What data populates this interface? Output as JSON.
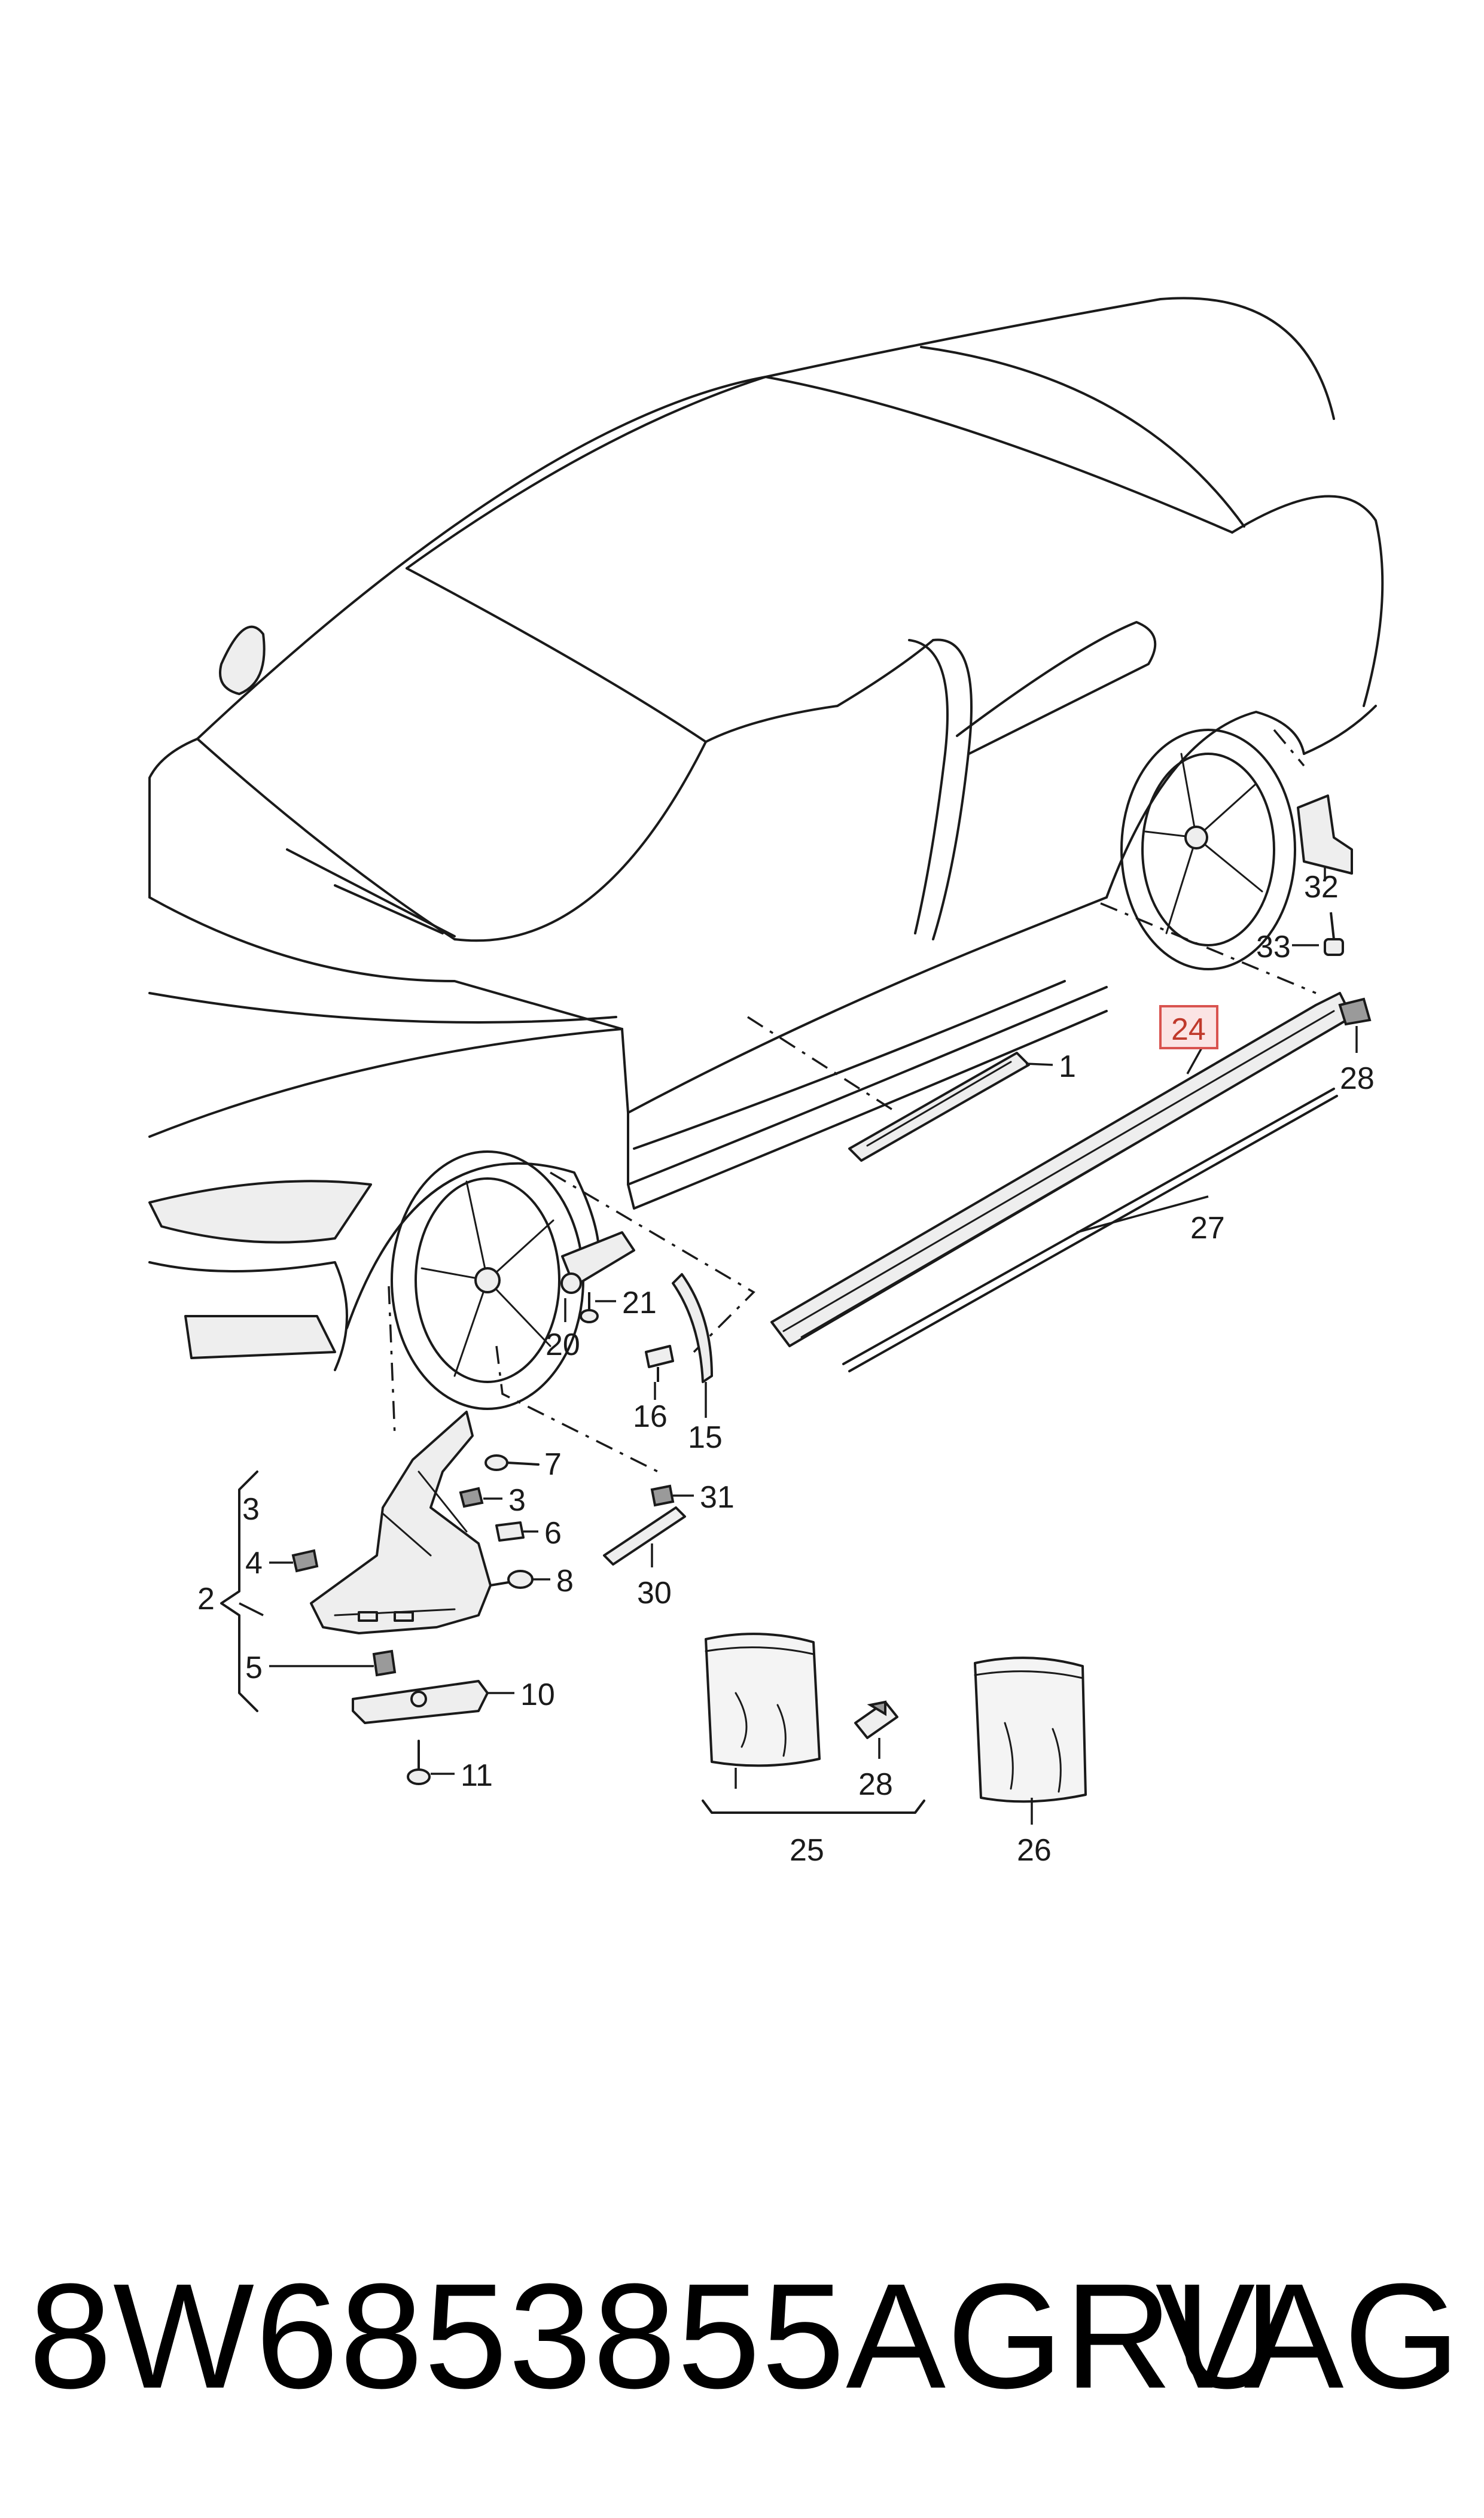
{
  "diagram": {
    "callouts": {
      "c1": "1",
      "c2": "2",
      "c3a": "3",
      "c3b": "3",
      "c4": "4",
      "c5": "5",
      "c6": "6",
      "c7": "7",
      "c8": "8",
      "c10": "10",
      "c11": "11",
      "c15": "15",
      "c16": "16",
      "c20": "20",
      "c21": "21",
      "c24": "24",
      "c25": "25",
      "c26": "26",
      "c27": "27",
      "c28a": "28",
      "c28b": "28",
      "c30": "30",
      "c31": "31",
      "c32": "32",
      "c33": "33"
    },
    "highlighted_part": "24",
    "highlight_color": "#d9534f"
  },
  "footer": {
    "part_number": "8W6853855AGRU",
    "brand": "VAG"
  }
}
